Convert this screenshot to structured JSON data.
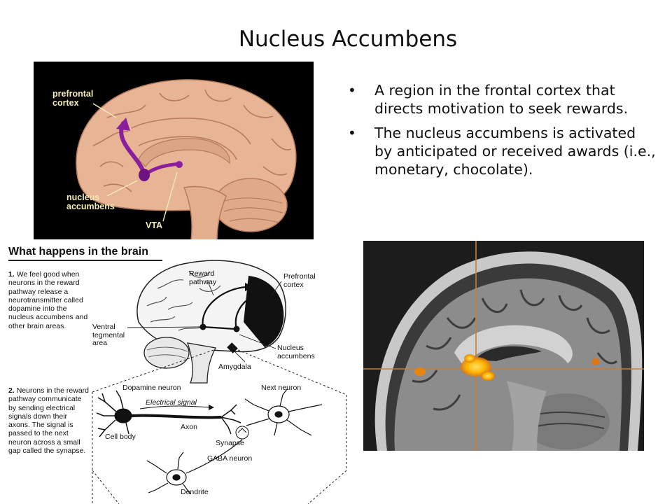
{
  "slide": {
    "title": "Nucleus Accumbens",
    "bullets": [
      "A region in the frontal cortex that directs motivation to seek rewards.",
      "The nucleus accumbens is activated by anticipated or received awards (i.e., monetary, chocolate)."
    ]
  },
  "figure_top": {
    "labels": {
      "prefrontal_line1": "prefrontal",
      "prefrontal_line2": "cortex",
      "nucleus_line1": "nucleus",
      "nucleus_line2": "accumbens",
      "vta": "VTA"
    },
    "colors": {
      "brain": "#e7b595",
      "pathway": "#8a1f9e",
      "label": "#f2ecb4"
    }
  },
  "figure_diagram": {
    "heading": "What happens in the brain",
    "step1_num": "1.",
    "step1_text": "We feel good when neurons in the reward pathway release a neurotransmitter called dopamine into the nucleus accumbens and other brain areas.",
    "step2_num": "2.",
    "step2_text": "Neurons in the reward pathway communicate by sending electrical signals down their axons. The signal is passed to the next neuron across a small gap called the synapse.",
    "labels": {
      "reward_line1": "Reward",
      "reward_line2": "pathway",
      "prefrontal_line1": "Prefrontal",
      "prefrontal_line2": "cortex",
      "vta_line1": "Ventral",
      "vta_line2": "tegmental",
      "vta_line3": "area",
      "nucleus_line1": "Nucleus",
      "nucleus_line2": "accumbens",
      "amygdala": "Amygdala",
      "dopamine_neuron": "Dopamine neuron",
      "next_neuron": "Next neuron",
      "electrical_signal": "Electrical signal",
      "axon": "Axon",
      "cell_body": "Cell body",
      "synapse": "Synapse",
      "gaba_neuron": "GABA neuron",
      "dendrite": "Dendrite"
    }
  },
  "figure_mri": {
    "colors": {
      "crosshair": "#d27a2c",
      "activation": "#ffb400"
    }
  }
}
